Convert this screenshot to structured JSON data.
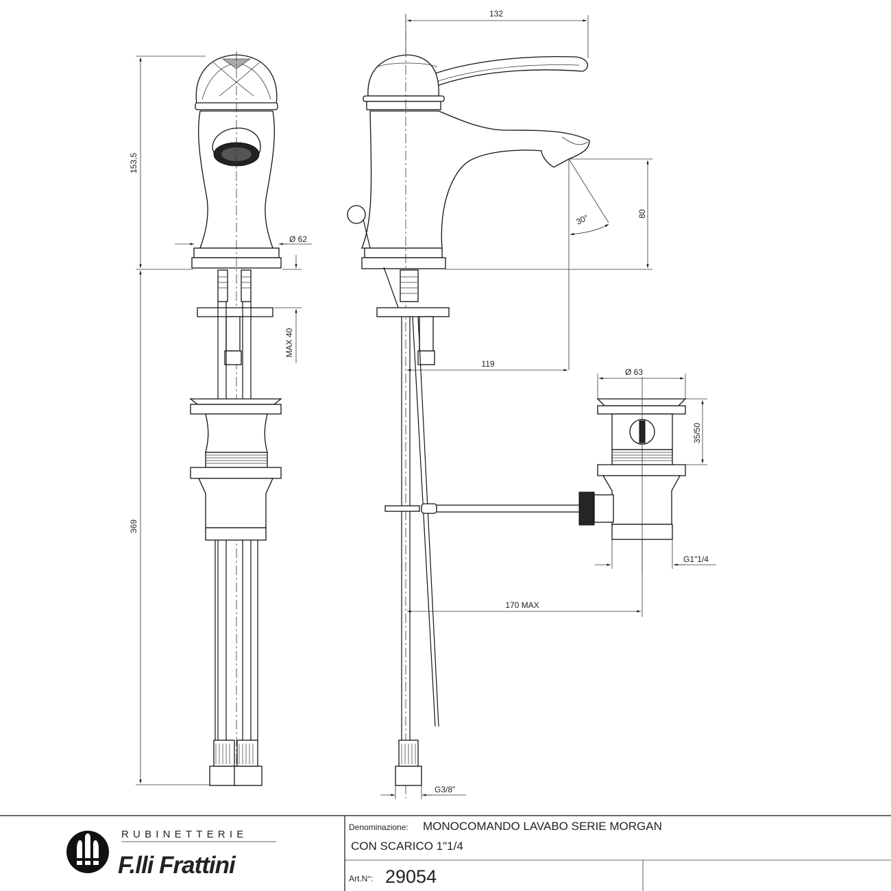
{
  "dimensions": {
    "width_132": "132",
    "height_153_5": "153,5",
    "diameter_62": "Ø 62",
    "height_80": "80",
    "angle_30": "30°",
    "max_40": "MAX 40",
    "offset_119": "119",
    "diameter_63": "Ø 63",
    "height_35_50": "35/50",
    "height_369": "369",
    "thread_g1_1_4": "G1\"1/4",
    "offset_170_max": "170 MAX",
    "thread_g3_8": "G3/8\""
  },
  "title_block": {
    "brand_subtitle": "RUBINETTERIE",
    "brand_name": "F.lli Frattini",
    "label_denominazione": "Denominazione:",
    "denominazione_line1": "MONOCOMANDO LAVABO SERIE MORGAN",
    "denominazione_line2": "CON SCARICO 1\"1/4",
    "label_art": "Art.N°:",
    "art_number": "29054"
  }
}
